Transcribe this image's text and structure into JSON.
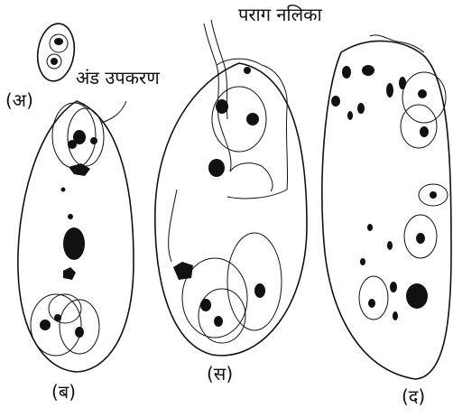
{
  "labels": {
    "panel_a": "(अ)",
    "panel_b": "(ब)",
    "panel_c": "(स)",
    "panel_d": "(द)",
    "egg_apparatus": "अंड उपकरण",
    "pollen_tube": "पराग नलिका"
  }
}
